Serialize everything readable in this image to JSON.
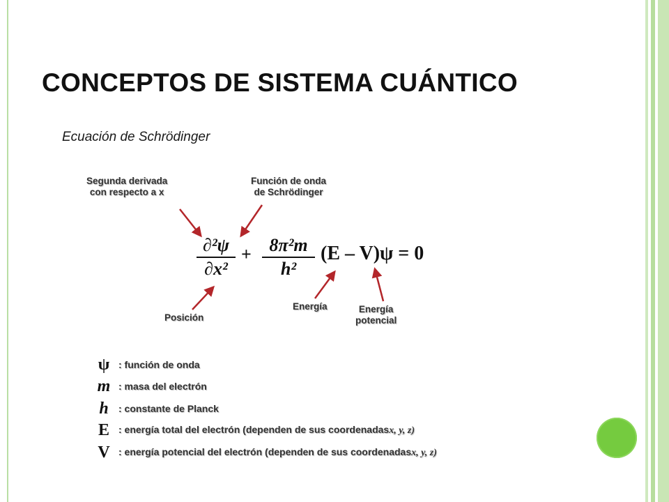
{
  "slide": {
    "title": "CONCEPTOS DE SISTEMA CUÁNTICO",
    "subtitle": "Ecuación de Schrödinger"
  },
  "colors": {
    "accent_green": "#75cb3f",
    "frame_green": "#b7dd9d",
    "arrow_red": "#b3262a"
  },
  "equation": {
    "d2psi": "∂²ψ",
    "dx2": "∂x²",
    "plus": "+",
    "eight_pi2_m": "8π²m",
    "h2": "h²",
    "energy_term": "(E – V)ψ = 0"
  },
  "annotations": {
    "second_derivative": [
      "Segunda derivada",
      "con respecto a x"
    ],
    "wave_function": [
      "Función de onda",
      "de Schrödinger"
    ],
    "position": "Posición",
    "energy": "Energía",
    "potential_energy": [
      "Energía",
      "potencial"
    ]
  },
  "legend": [
    {
      "symbol": "ψ",
      "text": ": función de onda",
      "coords": ""
    },
    {
      "symbol": "m",
      "text": ": masa del electrón",
      "coords": ""
    },
    {
      "symbol": "h",
      "text": ": constante de Planck",
      "coords": ""
    },
    {
      "symbol": "E",
      "text": ": energía total del electrón (dependen de sus coordenadas",
      "coords": "x, y, z)"
    },
    {
      "symbol": "V",
      "text": ": energía potencial del electrón  (dependen de sus coordenadas",
      "coords": "x, y, z)"
    }
  ]
}
